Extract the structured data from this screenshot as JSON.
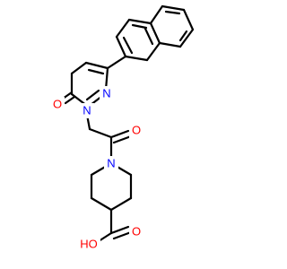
{
  "molecule": {
    "atoms": {
      "o_ketone": {
        "text": "O",
        "color": "#ff0000"
      },
      "n_ring1": {
        "text": "N",
        "color": "#0000ff"
      },
      "n_ring2": {
        "text": "N",
        "color": "#0000ff"
      },
      "o_amide": {
        "text": "O",
        "color": "#ff0000"
      },
      "n_piperidine": {
        "text": "N",
        "color": "#0000ff"
      },
      "o_carbonyl": {
        "text": "O",
        "color": "#ff0000"
      },
      "o_hydroxyl": {
        "text": "HO",
        "color": "#ff0000"
      }
    },
    "bond_color": "#000000"
  }
}
